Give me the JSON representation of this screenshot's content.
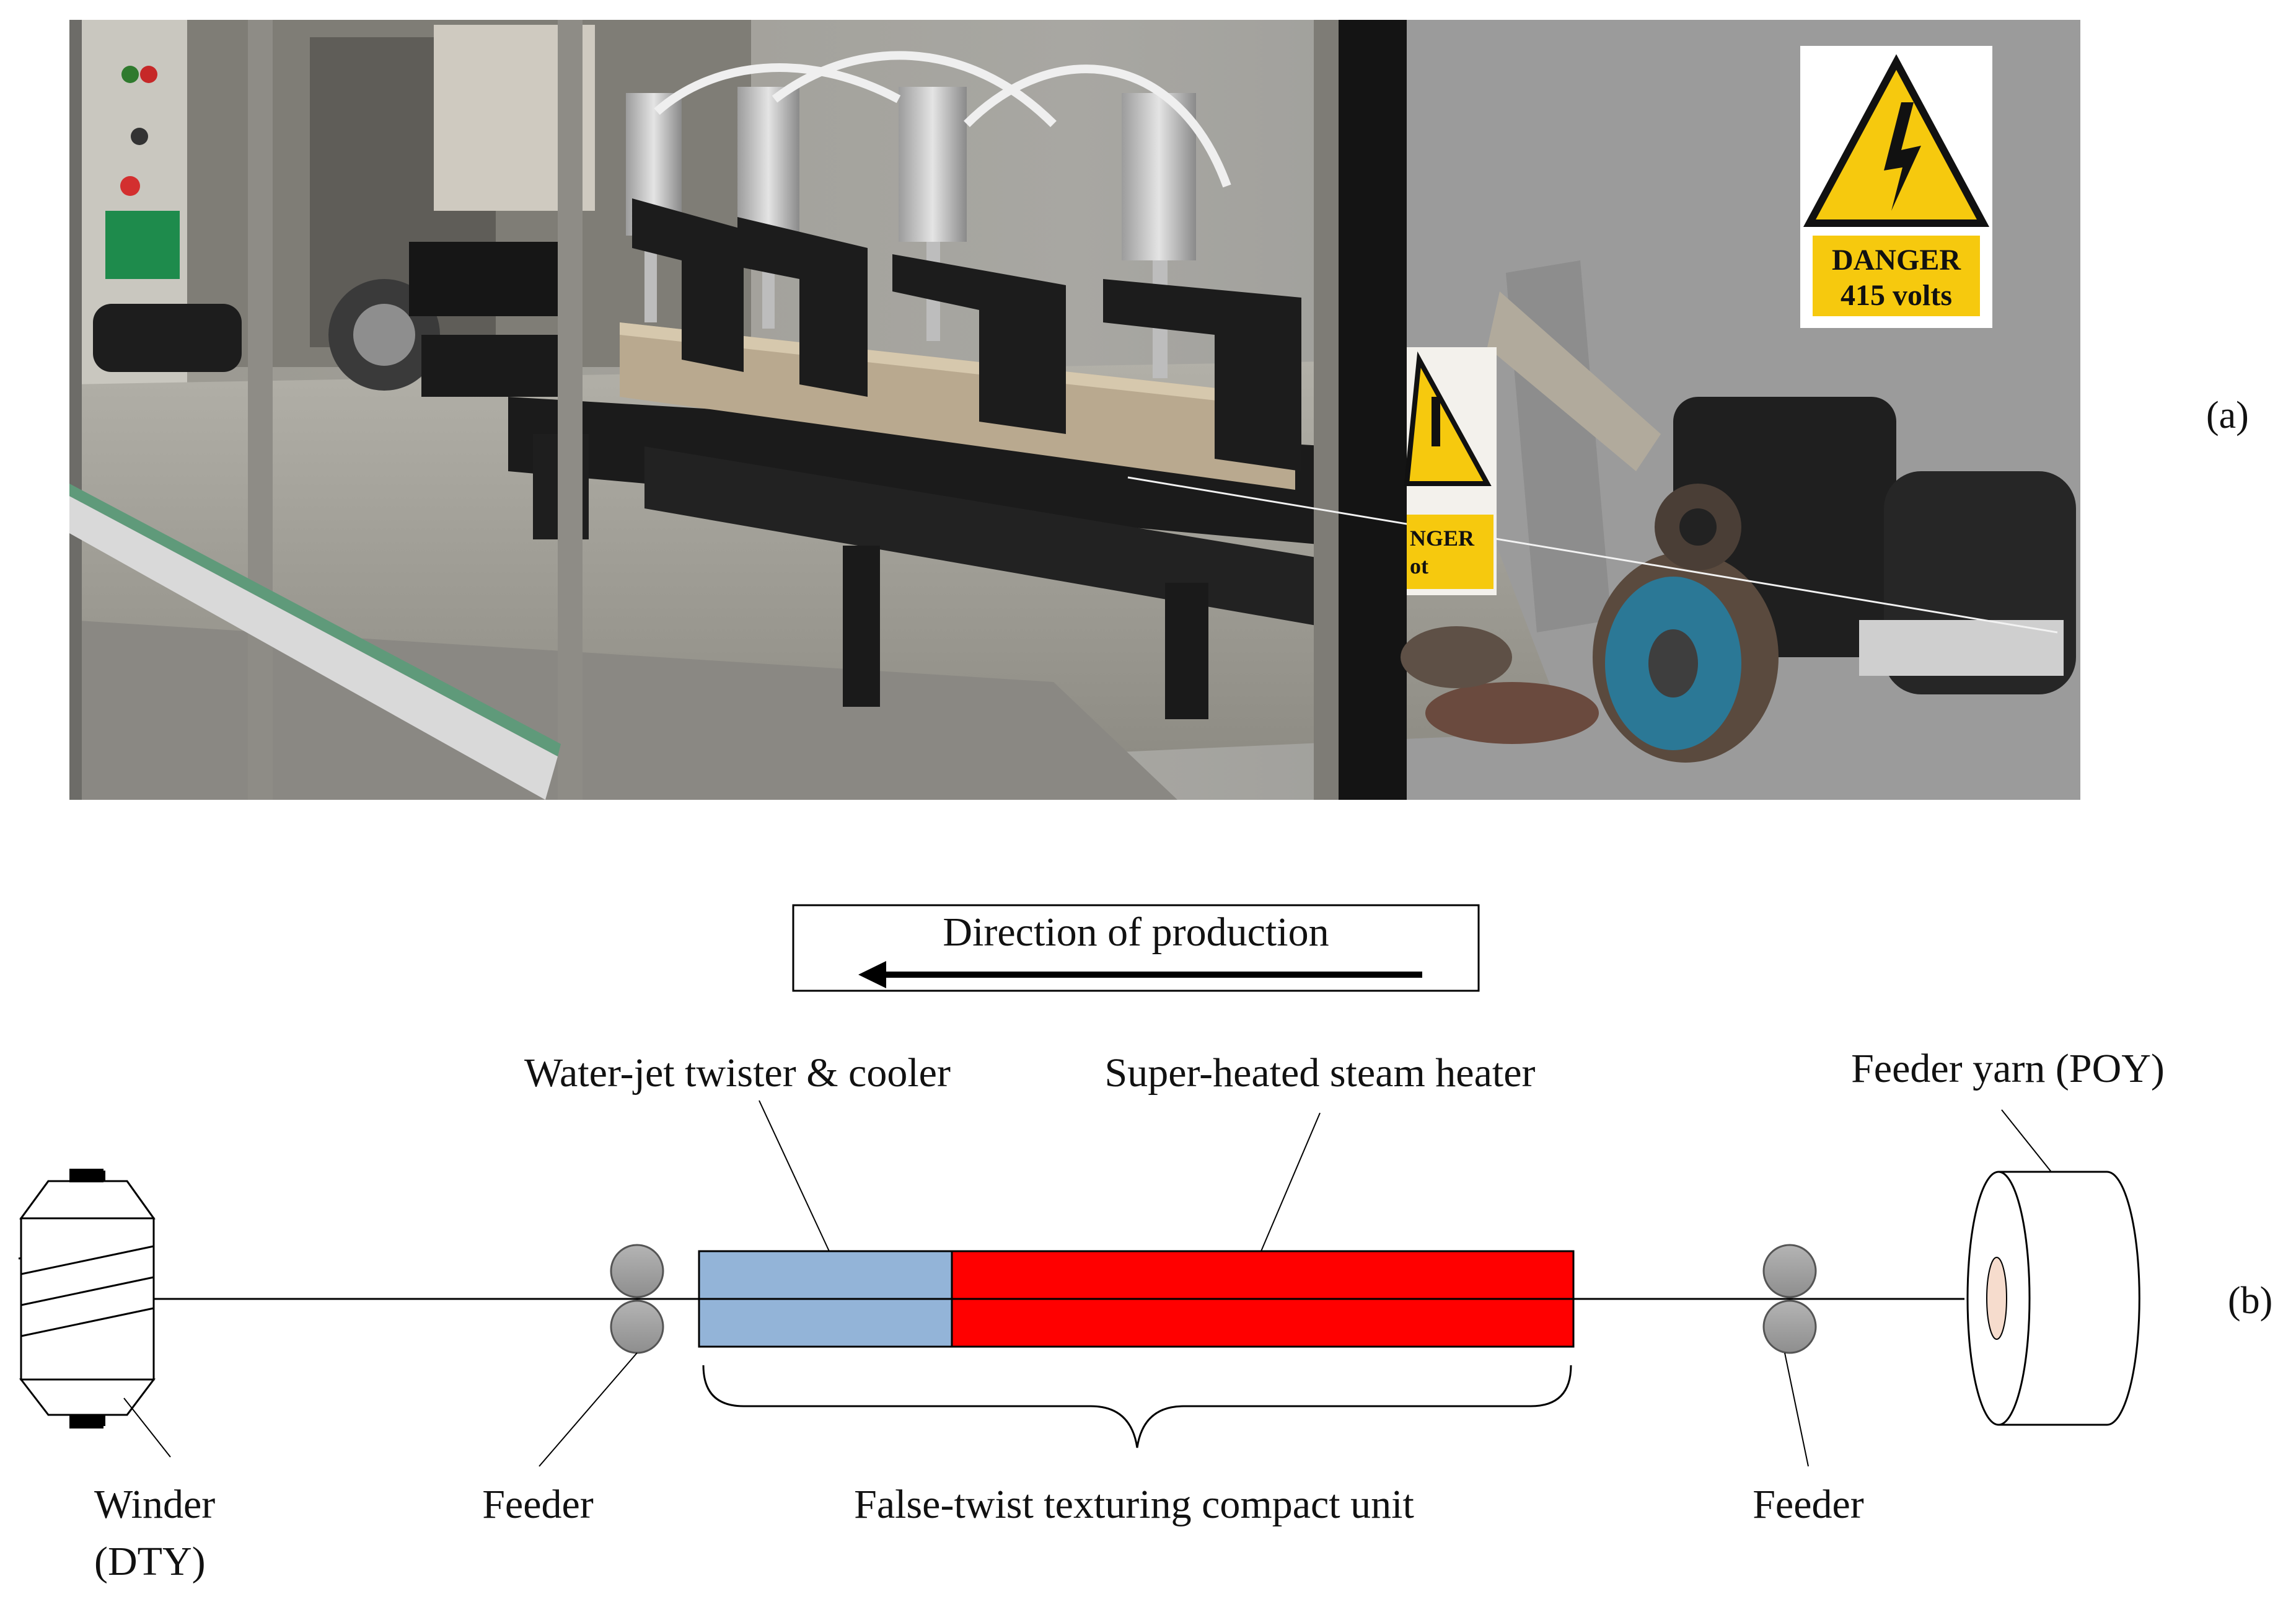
{
  "panel_a": {
    "label": "(a)",
    "photo_description_icon": "machine-photo",
    "signs": {
      "danger_sign_line1": "DANGER",
      "danger_sign_line2": "415 volts",
      "hot_sign_partial_line1": "NGER",
      "hot_sign_partial_line2": "ot"
    }
  },
  "panel_b": {
    "label": "(b)",
    "direction_label": "Direction of production",
    "labels": {
      "water_jet": "Water-jet twister & cooler",
      "steam_heater": "Super-heated steam heater",
      "feeder_yarn": "Feeder yarn (POY)",
      "winder_line1": "Winder",
      "winder_line2": "(DTY)",
      "feeder_left": "Feeder",
      "compact_unit": "False-twist texturing compact unit",
      "feeder_right": "Feeder"
    },
    "colors": {
      "cooler": "#93b4d8",
      "heater": "#ff0000",
      "roller": "#9e9e9e",
      "bobbin_core": "#f6dccd"
    }
  }
}
